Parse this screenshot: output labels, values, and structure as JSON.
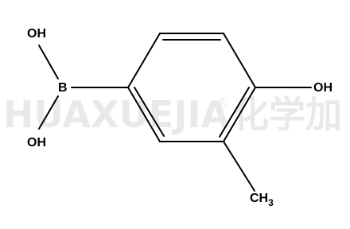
{
  "molecule": {
    "atoms": {
      "oh_top": "OH",
      "boron": "B",
      "oh_bottom": "OH",
      "oh_ring": "OH",
      "methyl_main": "CH",
      "methyl_sub": "3"
    }
  },
  "watermark": {
    "latin": "HUAXUEJIA",
    "registered": "®",
    "chinese": "化学加"
  }
}
